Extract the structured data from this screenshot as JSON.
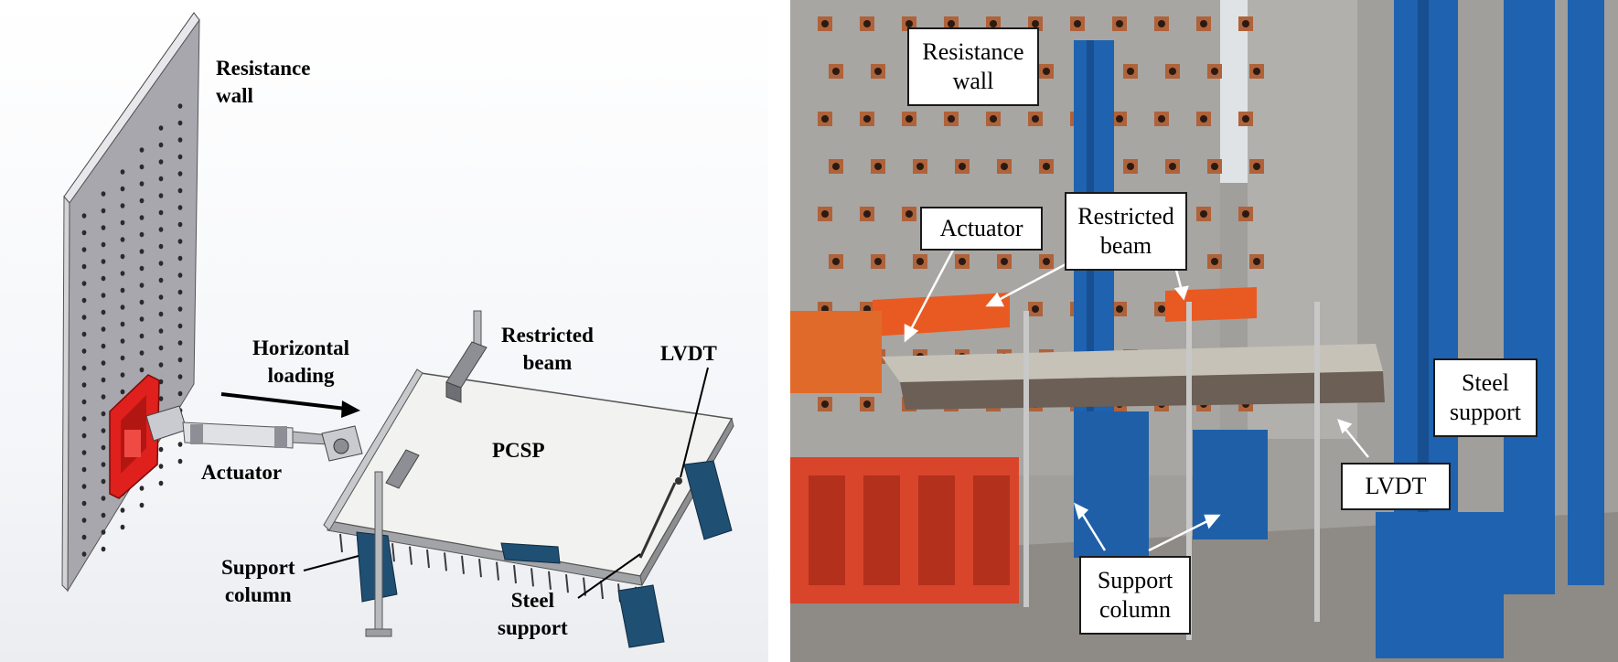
{
  "cad_diagram": {
    "labels": {
      "resistance_wall": [
        "Resistance",
        "wall"
      ],
      "horizontal_loading": [
        "Horizontal",
        "loading"
      ],
      "restricted_beam": [
        "Restricted",
        "beam"
      ],
      "lvdt": "LVDT",
      "pcsp": "PCSP",
      "actuator": "Actuator",
      "support_column": [
        "Support",
        "column"
      ],
      "steel_support": [
        "Steel",
        "support"
      ]
    }
  },
  "photo": {
    "labels": {
      "resistance_wall": [
        "Resistance",
        "wall"
      ],
      "actuator": "Actuator",
      "restricted_beam": [
        "Restricted",
        "beam"
      ],
      "steel_support": [
        "Steel",
        "support"
      ],
      "lvdt": "LVDT",
      "support_column": [
        "Support",
        "column"
      ]
    }
  },
  "colors": {
    "actuator_red": "#e0201c",
    "steel_blue": "#1e62b0",
    "support_navy": "#1f4f73",
    "orange_beam": "#e85a22",
    "wall_grey": "#a9a7ae"
  }
}
